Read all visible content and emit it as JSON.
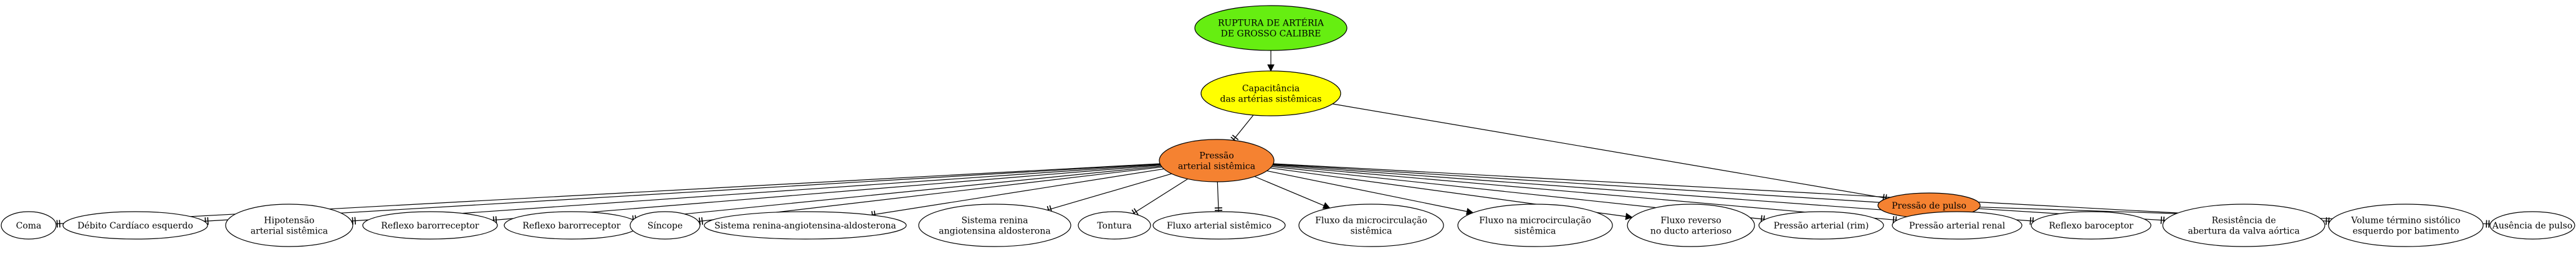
{
  "colors": {
    "root": "#66ee11",
    "capacitance": "#ffff00",
    "pressure": "#f58231",
    "leaf": "#ffffff"
  },
  "nodes": [
    {
      "id": "ruptura",
      "lines": [
        "RUPTURA DE ARTÉRIA",
        "DE GROSSO CALIBRE"
      ],
      "color": "root"
    },
    {
      "id": "capacitancia",
      "lines": [
        "Capacitância",
        "das artérias sistêmicas"
      ],
      "color": "capacitance"
    },
    {
      "id": "pressao",
      "lines": [
        "Pressão",
        "arterial sistêmica"
      ],
      "color": "pressure"
    },
    {
      "id": "pulso",
      "lines": [
        "Pressão de pulso"
      ],
      "color": "pressure"
    },
    {
      "id": "coma",
      "lines": [
        "Coma"
      ],
      "color": "leaf"
    },
    {
      "id": "debito",
      "lines": [
        "Débito Cardíaco esquerdo"
      ],
      "color": "leaf"
    },
    {
      "id": "hipotensao",
      "lines": [
        "Hipotensão",
        "arterial sistêmica"
      ],
      "color": "leaf"
    },
    {
      "id": "reflexo1",
      "lines": [
        "Reflexo barorreceptor"
      ],
      "color": "leaf"
    },
    {
      "id": "reflexo2",
      "lines": [
        "Reflexo barorreceptor"
      ],
      "color": "leaf"
    },
    {
      "id": "sincope",
      "lines": [
        "Síncope"
      ],
      "color": "leaf"
    },
    {
      "id": "sraa",
      "lines": [
        "Sistema renina-angiotensina-aldosterona"
      ],
      "color": "leaf"
    },
    {
      "id": "sra2",
      "lines": [
        "Sistema renina",
        "angiotensina aldosterona"
      ],
      "color": "leaf"
    },
    {
      "id": "tontura",
      "lines": [
        "Tontura"
      ],
      "color": "leaf"
    },
    {
      "id": "fluxo_sist",
      "lines": [
        "Fluxo arterial sistêmico"
      ],
      "color": "leaf"
    },
    {
      "id": "fluxo_micro",
      "lines": [
        "Fluxo da microcirculação",
        "sistêmica"
      ],
      "color": "leaf"
    },
    {
      "id": "fluxo_na_micro",
      "lines": [
        "Fluxo na microcirculação",
        "sistêmica"
      ],
      "color": "leaf"
    },
    {
      "id": "fluxo_reverso",
      "lines": [
        "Fluxo reverso",
        "no ducto arterioso"
      ],
      "color": "leaf"
    },
    {
      "id": "pa_rim",
      "lines": [
        "Pressão arterial (rim)"
      ],
      "color": "leaf"
    },
    {
      "id": "pa_renal",
      "lines": [
        "Pressão arterial renal"
      ],
      "color": "leaf"
    },
    {
      "id": "baroceptor",
      "lines": [
        "Reflexo baroceptor"
      ],
      "color": "leaf"
    },
    {
      "id": "resistencia",
      "lines": [
        "Resistência de",
        "abertura da valva aórtica"
      ],
      "color": "leaf"
    },
    {
      "id": "volume",
      "lines": [
        "Volume término sistólico",
        "esquerdo por batimento"
      ],
      "color": "leaf"
    },
    {
      "id": "ausencia",
      "lines": [
        "Ausência de pulso"
      ],
      "color": "leaf"
    }
  ],
  "edges": [
    {
      "from": "ruptura",
      "to": "capacitancia",
      "head": "arrow"
    },
    {
      "from": "capacitancia",
      "to": "pressao",
      "head": "tee"
    },
    {
      "from": "capacitancia",
      "to": "pulso",
      "head": "tee"
    },
    {
      "from": "pulso",
      "to": "ausencia",
      "head": "tee"
    },
    {
      "from": "pressao",
      "to": "coma",
      "head": "tee"
    },
    {
      "from": "pressao",
      "to": "debito",
      "head": "tee"
    },
    {
      "from": "pressao",
      "to": "hipotensao",
      "head": "tee"
    },
    {
      "from": "pressao",
      "to": "reflexo1",
      "head": "tee"
    },
    {
      "from": "pressao",
      "to": "reflexo2",
      "head": "tee"
    },
    {
      "from": "pressao",
      "to": "sincope",
      "head": "tee"
    },
    {
      "from": "pressao",
      "to": "sraa",
      "head": "tee"
    },
    {
      "from": "pressao",
      "to": "sra2",
      "head": "tee"
    },
    {
      "from": "pressao",
      "to": "tontura",
      "head": "tee"
    },
    {
      "from": "pressao",
      "to": "fluxo_sist",
      "head": "tee"
    },
    {
      "from": "pressao",
      "to": "fluxo_micro",
      "head": "arrow"
    },
    {
      "from": "pressao",
      "to": "fluxo_na_micro",
      "head": "arrow"
    },
    {
      "from": "pressao",
      "to": "fluxo_reverso",
      "head": "arrow"
    },
    {
      "from": "pressao",
      "to": "pa_rim",
      "head": "tee"
    },
    {
      "from": "pressao",
      "to": "pa_renal",
      "head": "tee"
    },
    {
      "from": "pressao",
      "to": "baroceptor",
      "head": "tee"
    },
    {
      "from": "pressao",
      "to": "resistencia",
      "head": "tee"
    },
    {
      "from": "pressao",
      "to": "volume",
      "head": "tee"
    }
  ]
}
